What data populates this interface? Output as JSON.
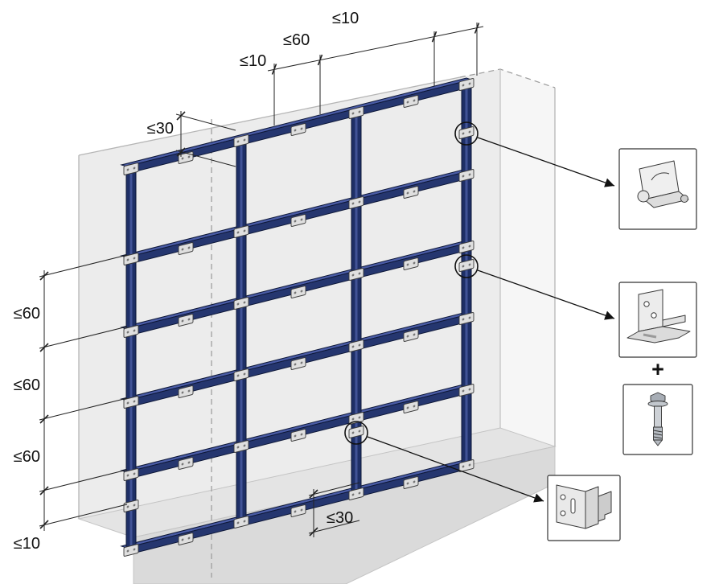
{
  "diagram": {
    "type": "isometric-facade-substructure-installation-diagram",
    "dimensions": {
      "top_chain": [
        "≤10",
        "≤60",
        "≤10"
      ],
      "left_top": "≤30",
      "left_chain": [
        "≤60",
        "≤60",
        "≤60",
        "≤10"
      ],
      "bottom": "≤30"
    },
    "callouts": {
      "plus": "+",
      "items": [
        {
          "icon": "corner-bracket-icon"
        },
        {
          "icon": "wall-angle-bracket-icon"
        },
        {
          "icon": "anchor-bolt-icon"
        },
        {
          "icon": "hanging-bracket-icon"
        }
      ]
    },
    "colors": {
      "frame": "#25366f",
      "frame_dark": "#1e2f66",
      "frame_outline": "#0e1838",
      "frame_highlight": "#4d5fa8",
      "wall_front": "#ececec",
      "wall_side": "#f6f6f6",
      "floor": "#e4e4e4",
      "clip": "#dfdfdf",
      "line": "#1a1a1a"
    }
  }
}
